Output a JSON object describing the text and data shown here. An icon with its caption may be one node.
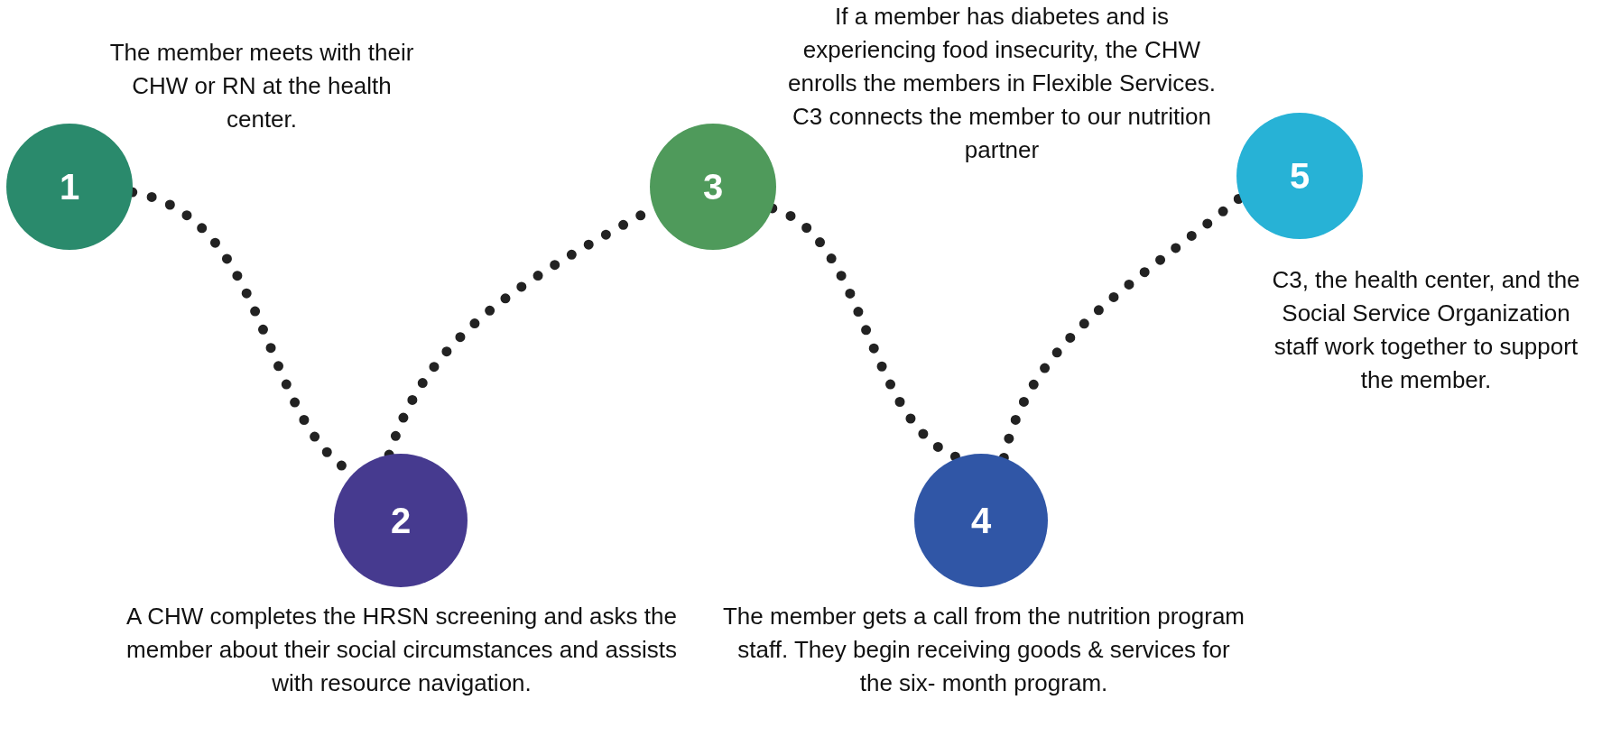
{
  "diagram": {
    "nodes": [
      {
        "text": [
          "1"
        ],
        "beside": [
          "The member meets with their CHW or RN at the health center."
        ]
      },
      {
        "text": [
          "2"
        ],
        "beside": [
          "A CHW completes the HRSN screening and asks the member about their social circumstances and assists with resource navigation."
        ]
      },
      {
        "text": [
          "3"
        ],
        "beside": [
          "If a member has diabetes and is experiencing food insecurity, the CHW enrolls the members in Flexible Services. C3 connects the member to our nutrition partner"
        ]
      },
      {
        "text": [
          "4"
        ],
        "beside": [
          "The member gets a call from the nutrition program staff. They begin receiving goods & services for the six- month program."
        ]
      },
      {
        "text": [
          "5"
        ],
        "beside": [
          "C3, the health center, and the Social Service Organization staff work together to support the member."
        ]
      }
    ],
    "edges": [
      {
        "from": 0,
        "to": 1,
        "arrow": "none"
      },
      {
        "from": 1,
        "to": 2,
        "arrow": "none"
      },
      {
        "from": 2,
        "to": 3,
        "arrow": "none"
      },
      {
        "from": 3,
        "to": 4,
        "arrow": "none"
      }
    ]
  }
}
